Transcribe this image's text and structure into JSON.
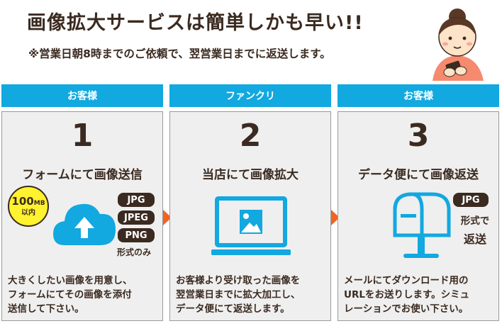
{
  "header": {
    "headline": "画像拡大サービスは簡単しかも早い!!",
    "subline": "※営業日朝8時までのご依頼で、翌営業日までに返送します。"
  },
  "colors": {
    "accent": "#12a8e0",
    "arrow": "#f26322",
    "text": "#3b2a20",
    "card": "#efefef",
    "badge": "#fff22e"
  },
  "steps": [
    {
      "role": "お客様",
      "number": "1",
      "title": "フォームにて画像送信",
      "icon": "cloud-upload-icon",
      "badge_value": "100",
      "badge_unit": "MB",
      "badge_suffix": "以内",
      "formats": [
        "JPG",
        "JPEG",
        "PNG"
      ],
      "formats_note": "形式のみ",
      "description": [
        "大きくしたい画像を用意し、",
        "フォームにてその画像を添付",
        "送信して下さい。"
      ]
    },
    {
      "role": "ファンクリ",
      "number": "2",
      "title": "当店にて画像拡大",
      "icon": "laptop-image-icon",
      "description": [
        "お客様より受け取った画像を",
        "翌営業日までに拡大加工し、",
        "データ便にて返送します。"
      ]
    },
    {
      "role": "お客様",
      "number": "3",
      "title": "データ便にて画像返送",
      "icon": "mailbox-icon",
      "format": "JPG",
      "format_note_1": "形式で",
      "format_note_2": "返送",
      "description": [
        "メールにてダウンロード用の",
        "URLをお送りします。シミュ",
        "レーションでお使い下さい。"
      ]
    }
  ]
}
